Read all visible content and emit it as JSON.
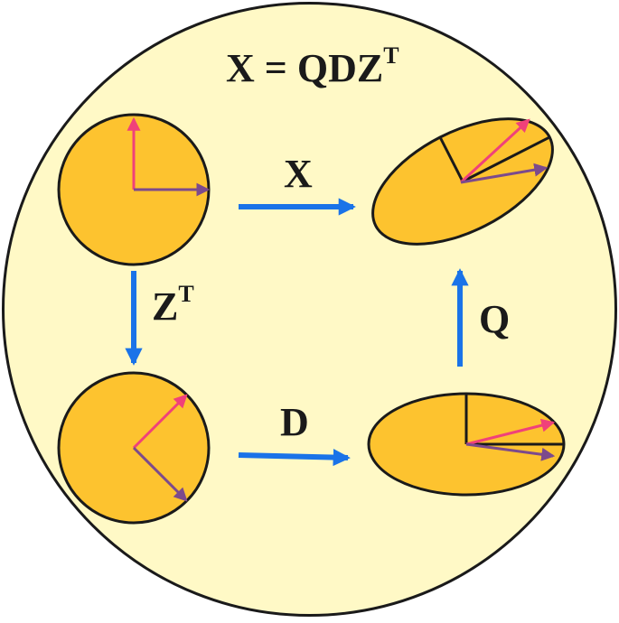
{
  "title": {
    "main": "X = QDZ",
    "superscript": "T"
  },
  "transforms": {
    "x": {
      "label": "X"
    },
    "zt": {
      "label": "Z",
      "superscript": "T"
    },
    "d": {
      "label": "D"
    },
    "q": {
      "label": "Q"
    }
  },
  "colors": {
    "background_disc": "#fff9c6",
    "shape_fill": "#fdc32f",
    "outline": "#1a1a1a",
    "transform_arrow": "#1a73e8",
    "vector_pink": "#f0417a",
    "vector_purple": "#7c4a8c"
  }
}
